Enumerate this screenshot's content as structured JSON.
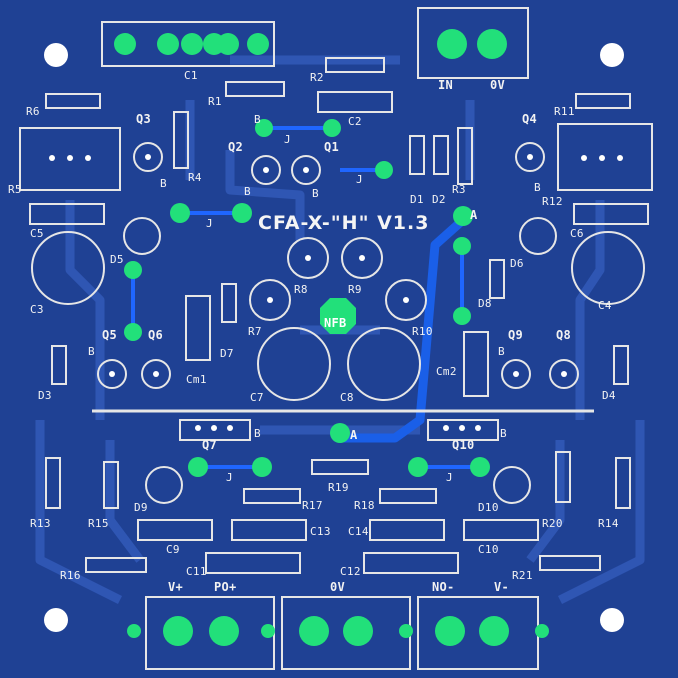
{
  "board": {
    "title": "CFA-X-\"H\" V1.3",
    "nfb_label": "NFB",
    "colors": {
      "board": "#1f4194",
      "pad": "#22e07a",
      "silk": "#e8e8e8",
      "track": "#1c5ce0"
    }
  },
  "connectors": {
    "input": [
      "IN",
      "0V"
    ],
    "bottom": [
      "V+",
      "PO+",
      "0V",
      "NO-",
      "V-"
    ]
  },
  "labels": {
    "resistors": [
      "R1",
      "R2",
      "R3",
      "R4",
      "R5",
      "R6",
      "R7",
      "R8",
      "R9",
      "R10",
      "R11",
      "R12",
      "R13",
      "R14",
      "R15",
      "R16",
      "R17",
      "R18",
      "R19",
      "R20",
      "R21"
    ],
    "capacitors": [
      "C1",
      "C2",
      "C3",
      "C4",
      "C5",
      "C6",
      "C7",
      "C8",
      "C9",
      "C10",
      "C11",
      "C12",
      "C13",
      "C14",
      "Cm1",
      "Cm2"
    ],
    "transistors": [
      "Q1",
      "Q2",
      "Q3",
      "Q4",
      "Q5",
      "Q6",
      "Q7",
      "Q8",
      "Q9",
      "Q10"
    ],
    "diodes": [
      "D1",
      "D2",
      "D3",
      "D4",
      "D5",
      "D6",
      "D7",
      "D8",
      "D9",
      "D10"
    ],
    "markers": [
      "B",
      "J",
      "A"
    ]
  }
}
